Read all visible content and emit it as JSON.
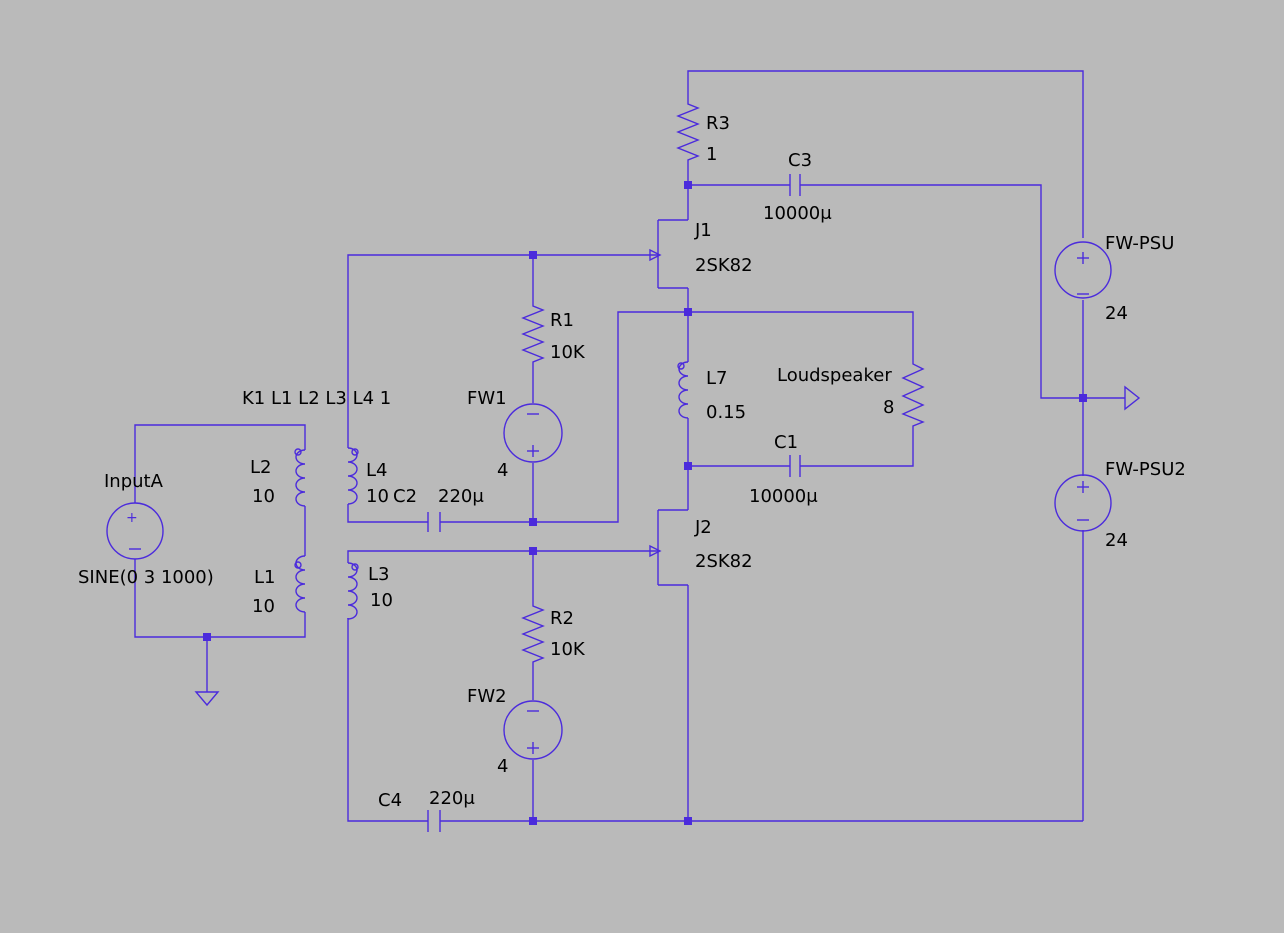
{
  "schematic": {
    "directive": "K1 L1 L2 L3 L4 1",
    "sources": {
      "input": {
        "name": "InputA",
        "value": "SINE(0 3 1000)"
      },
      "fw1": {
        "name": "FW1",
        "value": "4"
      },
      "fw2": {
        "name": "FW2",
        "value": "4"
      },
      "psu1": {
        "name": "FW-PSU",
        "value": "24"
      },
      "psu2": {
        "name": "FW-PSU2",
        "value": "24"
      }
    },
    "inductors": {
      "l1": {
        "name": "L1",
        "value": "10"
      },
      "l2": {
        "name": "L2",
        "value": "10"
      },
      "l3": {
        "name": "L3",
        "value": "10"
      },
      "l4": {
        "name": "L4",
        "value": "10"
      },
      "l7": {
        "name": "L7",
        "value": "0.15"
      }
    },
    "resistors": {
      "r1": {
        "name": "R1",
        "value": "10K"
      },
      "r2": {
        "name": "R2",
        "value": "10K"
      },
      "r3": {
        "name": "R3",
        "value": "1"
      },
      "speaker": {
        "name": "Loudspeaker",
        "value": "8"
      }
    },
    "capacitors": {
      "c1": {
        "name": "C1",
        "value": "10000μ"
      },
      "c2": {
        "name": "C2",
        "value": "220μ"
      },
      "c3": {
        "name": "C3",
        "value": "10000μ"
      },
      "c4": {
        "name": "C4",
        "value": "220μ"
      }
    },
    "transistors": {
      "j1": {
        "name": "J1",
        "value": "2SK82"
      },
      "j2": {
        "name": "J2",
        "value": "2SK82"
      }
    }
  }
}
